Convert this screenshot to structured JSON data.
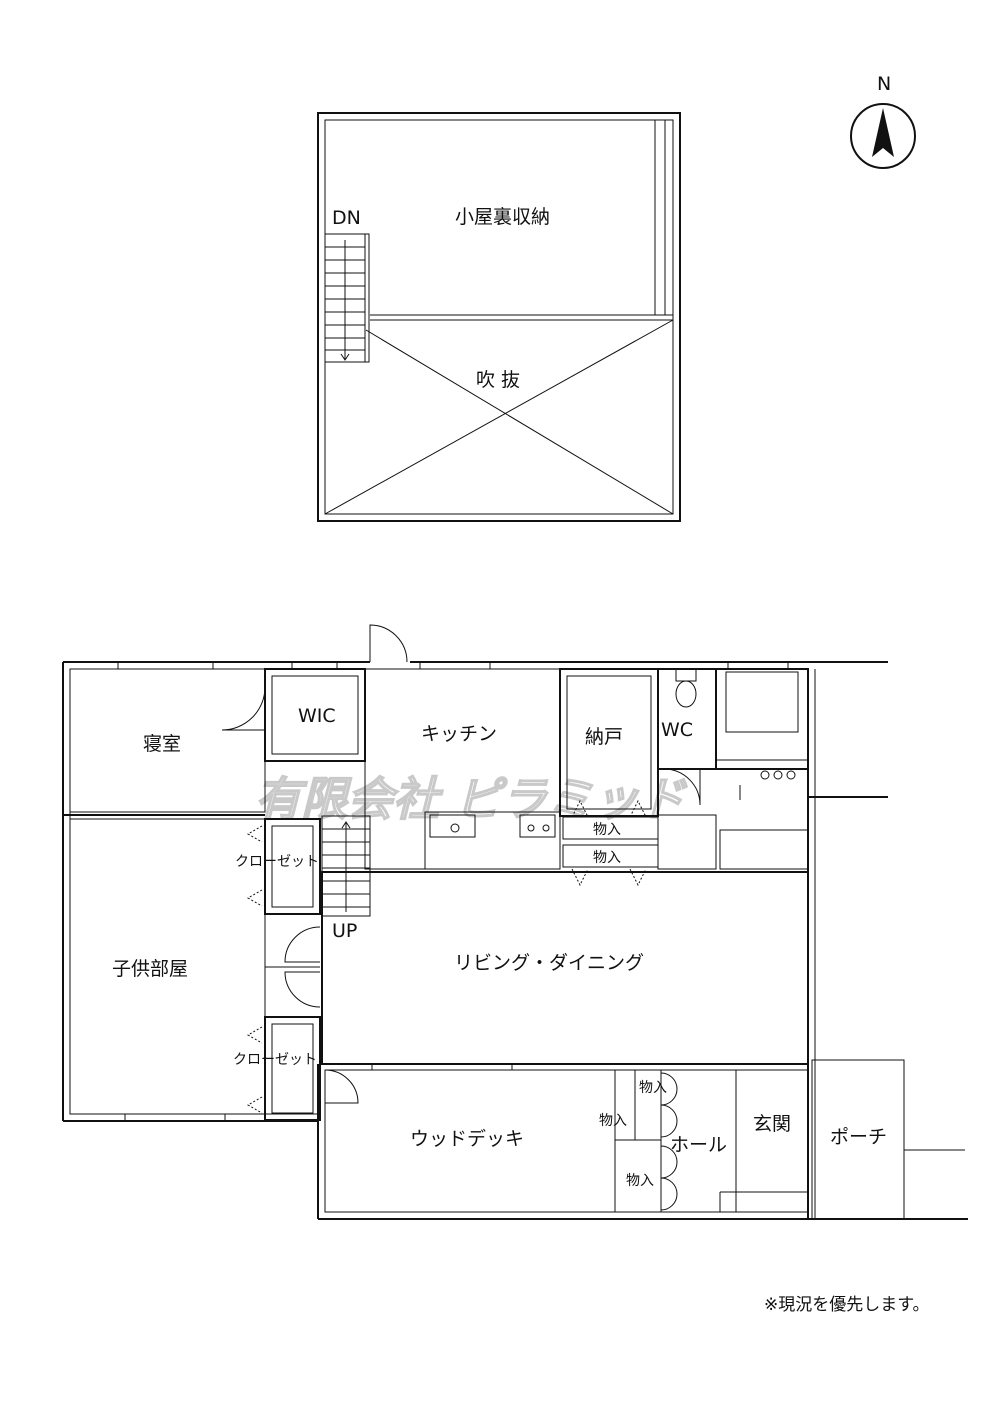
{
  "compass": {
    "label": "N"
  },
  "loft": {
    "storage_label": "小屋裏収納",
    "void_label": "吹 抜",
    "stair_label": "DN"
  },
  "ground_floor": {
    "bedroom": "寝室",
    "wic": "WIC",
    "kitchen": "キッチン",
    "pantry": "納戸",
    "wc": "WC",
    "storage_1": "物入",
    "storage_2": "物入",
    "closet_1": "クローゼット",
    "closet_2": "クローゼット",
    "kids_room": "子供部屋",
    "stair_up": "UP",
    "living_dining": "リビング・ダイニング",
    "wood_deck": "ウッドデッキ",
    "storage_3": "物入",
    "storage_4": "物入",
    "storage_5": "物入",
    "hall": "ホール",
    "entrance": "玄関",
    "porch": "ポーチ"
  },
  "watermark": "有限会社 ピラミッド",
  "note": "※現況を優先します。"
}
